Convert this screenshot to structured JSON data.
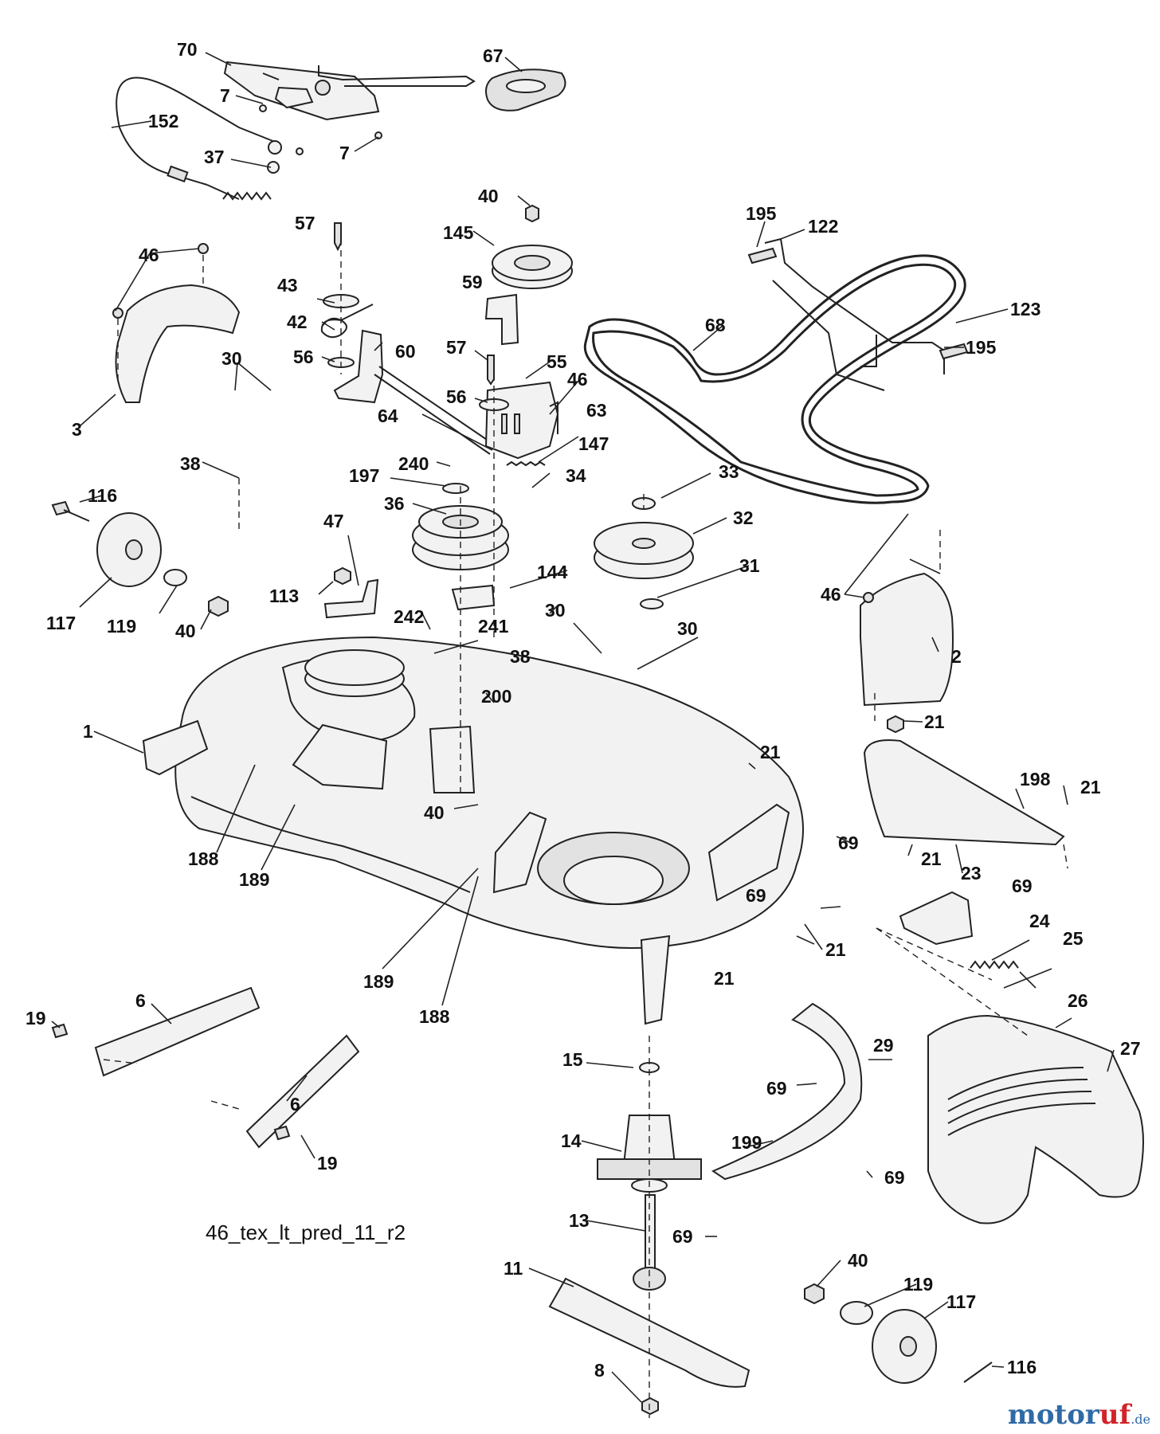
{
  "diagram": {
    "drawing_code": "46_tex_lt_pred_11_r2",
    "watermark": {
      "name": "motor",
      "accent": "uf",
      "suffix": ".de"
    },
    "callouts": [
      {
        "id": "c70",
        "label": "70"
      },
      {
        "id": "c67",
        "label": "67"
      },
      {
        "id": "c7a",
        "label": "7"
      },
      {
        "id": "c152",
        "label": "152"
      },
      {
        "id": "c37",
        "label": "37"
      },
      {
        "id": "c7b",
        "label": "7"
      },
      {
        "id": "c40a",
        "label": "40"
      },
      {
        "id": "c145",
        "label": "145"
      },
      {
        "id": "c59",
        "label": "59"
      },
      {
        "id": "c195a",
        "label": "195"
      },
      {
        "id": "c122",
        "label": "122"
      },
      {
        "id": "c123",
        "label": "123"
      },
      {
        "id": "c195b",
        "label": "195"
      },
      {
        "id": "c68",
        "label": "68"
      },
      {
        "id": "c46a",
        "label": "46"
      },
      {
        "id": "c3",
        "label": "3"
      },
      {
        "id": "c57a",
        "label": "57"
      },
      {
        "id": "c43",
        "label": "43"
      },
      {
        "id": "c42",
        "label": "42"
      },
      {
        "id": "c56a",
        "label": "56"
      },
      {
        "id": "c60",
        "label": "60"
      },
      {
        "id": "c30a",
        "label": "30"
      },
      {
        "id": "c38a",
        "label": "38"
      },
      {
        "id": "c57b",
        "label": "57"
      },
      {
        "id": "c55",
        "label": "55"
      },
      {
        "id": "c46b",
        "label": "46"
      },
      {
        "id": "c56b",
        "label": "56"
      },
      {
        "id": "c63",
        "label": "63"
      },
      {
        "id": "c64",
        "label": "64"
      },
      {
        "id": "c147",
        "label": "147"
      },
      {
        "id": "c240",
        "label": "240"
      },
      {
        "id": "c34",
        "label": "34"
      },
      {
        "id": "c197",
        "label": "197"
      },
      {
        "id": "c36",
        "label": "36"
      },
      {
        "id": "c33",
        "label": "33"
      },
      {
        "id": "c32",
        "label": "32"
      },
      {
        "id": "c116a",
        "label": "116"
      },
      {
        "id": "c47",
        "label": "47"
      },
      {
        "id": "c144",
        "label": "144"
      },
      {
        "id": "c31",
        "label": "31"
      },
      {
        "id": "c46c",
        "label": "46"
      },
      {
        "id": "c113",
        "label": "113"
      },
      {
        "id": "c117a",
        "label": "117"
      },
      {
        "id": "c119a",
        "label": "119"
      },
      {
        "id": "c40b",
        "label": "40"
      },
      {
        "id": "c242",
        "label": "242"
      },
      {
        "id": "c241",
        "label": "241"
      },
      {
        "id": "c30b",
        "label": "30"
      },
      {
        "id": "c30c",
        "label": "30"
      },
      {
        "id": "c38b",
        "label": "38"
      },
      {
        "id": "c2",
        "label": "2"
      },
      {
        "id": "c200",
        "label": "200"
      },
      {
        "id": "c1",
        "label": "1"
      },
      {
        "id": "c21a",
        "label": "21"
      },
      {
        "id": "c21b",
        "label": "21"
      },
      {
        "id": "c198",
        "label": "198"
      },
      {
        "id": "c21c",
        "label": "21"
      },
      {
        "id": "c40c",
        "label": "40"
      },
      {
        "id": "c188a",
        "label": "188"
      },
      {
        "id": "c189a",
        "label": "189"
      },
      {
        "id": "c69a",
        "label": "69"
      },
      {
        "id": "c69b",
        "label": "69"
      },
      {
        "id": "c21d",
        "label": "21"
      },
      {
        "id": "c23",
        "label": "23"
      },
      {
        "id": "c69c",
        "label": "69"
      },
      {
        "id": "c24",
        "label": "24"
      },
      {
        "id": "c25",
        "label": "25"
      },
      {
        "id": "c21e",
        "label": "21"
      },
      {
        "id": "c189b",
        "label": "189"
      },
      {
        "id": "c21f",
        "label": "21"
      },
      {
        "id": "c188b",
        "label": "188"
      },
      {
        "id": "c26",
        "label": "26"
      },
      {
        "id": "c19a",
        "label": "19"
      },
      {
        "id": "c6a",
        "label": "6"
      },
      {
        "id": "c15",
        "label": "15"
      },
      {
        "id": "c29",
        "label": "29"
      },
      {
        "id": "c27",
        "label": "27"
      },
      {
        "id": "c69d",
        "label": "69"
      },
      {
        "id": "c6b",
        "label": "6"
      },
      {
        "id": "c14",
        "label": "14"
      },
      {
        "id": "c199",
        "label": "199"
      },
      {
        "id": "c19b",
        "label": "19"
      },
      {
        "id": "c69e",
        "label": "69"
      },
      {
        "id": "c13",
        "label": "13"
      },
      {
        "id": "c69f",
        "label": "69"
      },
      {
        "id": "c11",
        "label": "11"
      },
      {
        "id": "c40d",
        "label": "40"
      },
      {
        "id": "c119b",
        "label": "119"
      },
      {
        "id": "c117b",
        "label": "117"
      },
      {
        "id": "c8",
        "label": "8"
      },
      {
        "id": "c116b",
        "label": "116"
      }
    ]
  }
}
